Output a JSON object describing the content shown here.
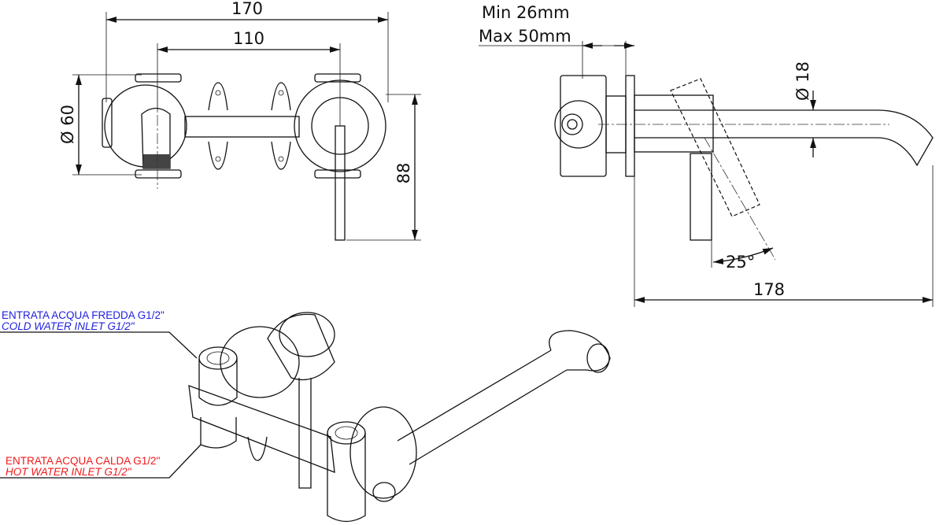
{
  "dimensions": {
    "overall_width": "170",
    "center_distance": "110",
    "plate_diameter": "Ø 60",
    "height": "88",
    "wall_min": "Min 26mm",
    "wall_max": "Max 50mm",
    "spout_diameter": "Ø 18",
    "lever_angle": "25°",
    "spout_length": "178"
  },
  "callouts": {
    "cold_it": "ENTRATA ACQUA FREDDA G1/2\"",
    "cold_en": "COLD WATER INLET G1/2\"",
    "hot_it": "ENTRATA ACQUA CALDA G1/2\"",
    "hot_en": "HOT WATER INLET G1/2\""
  },
  "colors": {
    "cold": "#2020e0",
    "hot": "#f01818"
  }
}
